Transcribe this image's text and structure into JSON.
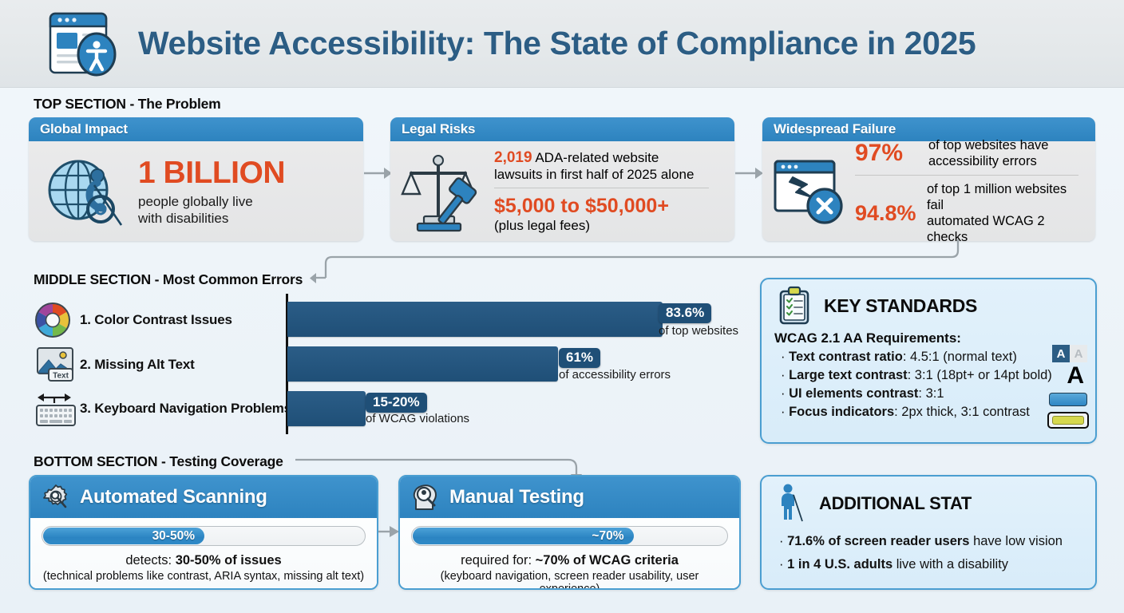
{
  "header": {
    "title": "Website Accessibility: The State of Compliance in 2025",
    "logo_icon": "browser-window-accessibility-icon"
  },
  "sections": {
    "top_label": "TOP SECTION - The Problem",
    "middle_label": "MIDDLE SECTION - Most Common Errors",
    "bottom_label": "BOTTOM SECTION - Testing Coverage"
  },
  "top_cards": [
    {
      "title": "Global Impact",
      "icon": "globe-wheelchair-icon",
      "stat": "1 BILLION",
      "line1": "people globally live",
      "line2": "with disabilities"
    },
    {
      "title": "Legal Risks",
      "icon": "scales-gavel-icon",
      "stat_a_number": "2,019",
      "stat_a_text_line1": "ADA-related website",
      "stat_a_text_line2": "lawsuits in first half of 2025 alone",
      "stat_b_number": "$5,000 to $50,000+",
      "stat_b_text": "(plus legal fees)"
    },
    {
      "title": "Widespread Failure",
      "icon": "broken-browser-window-icon",
      "stat_a_number": "97%",
      "stat_a_line1": "of top websites have",
      "stat_a_line2": "accessibility errors",
      "stat_b_number": "94.8%",
      "stat_b_line1": "of top 1 million websites fail",
      "stat_b_line2": "automated WCAG 2 checks"
    }
  ],
  "chart_data": {
    "type": "bar",
    "title": "Most Common Errors",
    "orientation": "horizontal",
    "categories": [
      "1. Color Contrast Issues",
      "2. Missing Alt Text",
      "3. Keyboard Navigation Problems"
    ],
    "icons": [
      "color-wheel-icon",
      "image-alt-text-icon",
      "keyboard-navigation-icon"
    ],
    "values": [
      83.6,
      61,
      17.5
    ],
    "value_labels": [
      "83.6%",
      "61%",
      "15-20%"
    ],
    "captions": [
      "of top websites",
      "of accessibility errors",
      "of WCAG violations"
    ],
    "xlabel": "",
    "ylabel": "",
    "xlim": [
      0,
      100
    ],
    "grid": false,
    "legend": "none",
    "bar_color": "#245a85"
  },
  "key_standards": {
    "icon": "clipboard-checklist-icon",
    "heading": "KEY STANDARDS",
    "subheading": "WCAG 2.1 AA Requirements:",
    "items": [
      {
        "bullet": "·",
        "label": "Text contrast ratio",
        "value": ": 4.5:1 (normal text)",
        "swatch": "aa-letter-swatch"
      },
      {
        "bullet": "·",
        "label": "Large text contrast",
        "value": ": 3:1 (18pt+ or 14pt bold)",
        "swatch": "large-a-glyph"
      },
      {
        "bullet": "·",
        "label": "UI elements contrast",
        "value": ": 3:1",
        "swatch": "blue-pill-swatch"
      },
      {
        "bullet": "·",
        "label": "Focus indicators",
        "value": ": 2px thick, 3:1 contrast",
        "swatch": "yellow-focus-pill-swatch"
      }
    ],
    "swatch_letter_a": "A",
    "swatch_letter_a2": "A",
    "swatch_letter_big": "A"
  },
  "testing_cards": [
    {
      "title": "Automated Scanning",
      "icon": "gear-wrench-icon",
      "progress_label": "30-50%",
      "progress_pct": 50,
      "caption_prefix": "detects: ",
      "caption_bold": "30-50% of issues",
      "caption_sub": "(technical problems like contrast, ARIA syntax, missing alt text)"
    },
    {
      "title": "Manual Testing",
      "icon": "head-magnifier-icon",
      "progress_label": "~70%",
      "progress_pct": 70,
      "caption_prefix": "required for: ",
      "caption_bold": "~70% of WCAG criteria",
      "caption_sub": "(keyboard navigation, screen reader usability, user experience)"
    }
  ],
  "additional_stat": {
    "icon": "blind-person-cane-icon",
    "heading": "ADDITIONAL STAT",
    "items": [
      {
        "bold": "71.6% of screen reader users",
        "rest": " have low vision"
      },
      {
        "bold": "1 in 4 U.S. adults",
        "rest": " live with a disability"
      }
    ]
  },
  "colors": {
    "brand_blue": "#2d83bf",
    "dark_blue": "#2c5d84",
    "accent_orange": "#e04b22",
    "bar_blue": "#245a85",
    "panel_bg": "#dcefFb"
  }
}
